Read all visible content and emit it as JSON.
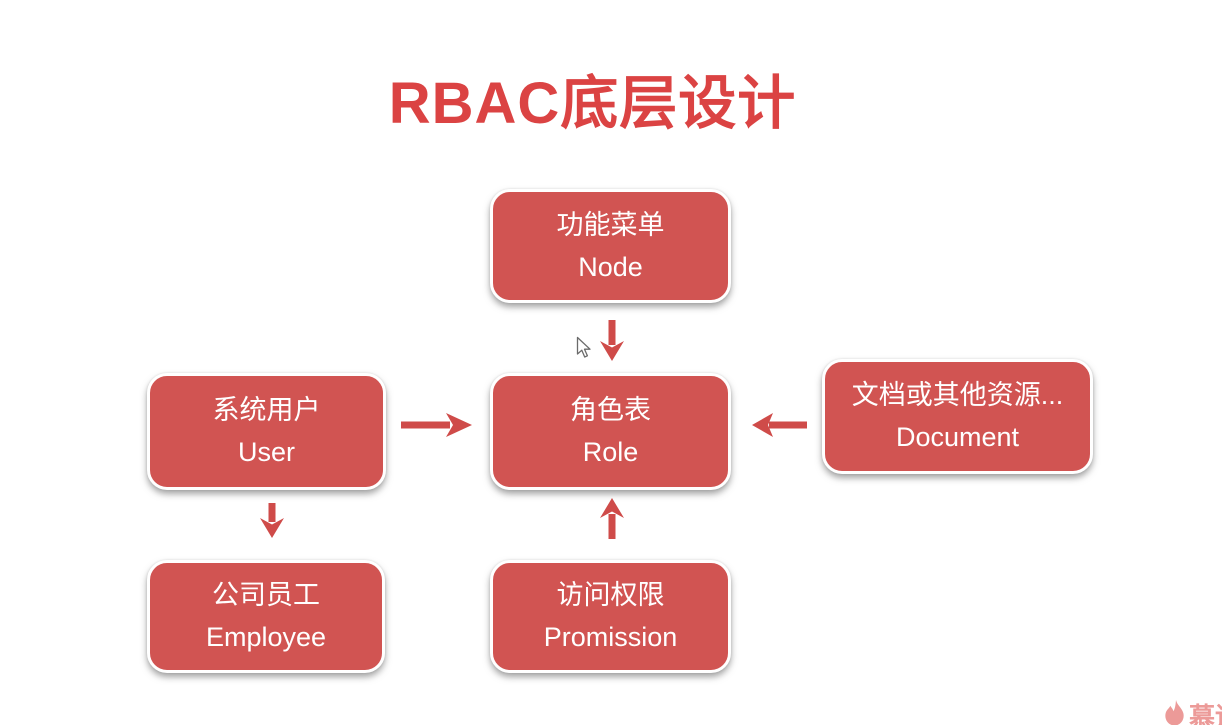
{
  "title": "RBAC底层设计",
  "nodes": [
    {
      "id": "node",
      "zh": "功能菜单",
      "en": "Node"
    },
    {
      "id": "user",
      "zh": "系统用户",
      "en": "User"
    },
    {
      "id": "role",
      "zh": "角色表",
      "en": "Role"
    },
    {
      "id": "document",
      "zh": "文档或其他资源...",
      "en": "Document"
    },
    {
      "id": "employee",
      "zh": "公司员工",
      "en": "Employee"
    },
    {
      "id": "promission",
      "zh": "访问权限",
      "en": "Promission"
    }
  ],
  "edges": [
    {
      "from": "Node",
      "to": "Role",
      "direction": "down"
    },
    {
      "from": "User",
      "to": "Role",
      "direction": "right"
    },
    {
      "from": "Document",
      "to": "Role",
      "direction": "left"
    },
    {
      "from": "User",
      "to": "Employee",
      "direction": "down"
    },
    {
      "from": "Promission",
      "to": "Role",
      "direction": "up"
    }
  ],
  "watermark": {
    "text": "慕课"
  },
  "colors": {
    "box-fill": "#d15452",
    "title-color": "#db4343",
    "arrow-color": "#cf4b49",
    "box-text": "#ffffff",
    "watermark-color": "#ec9a98"
  }
}
